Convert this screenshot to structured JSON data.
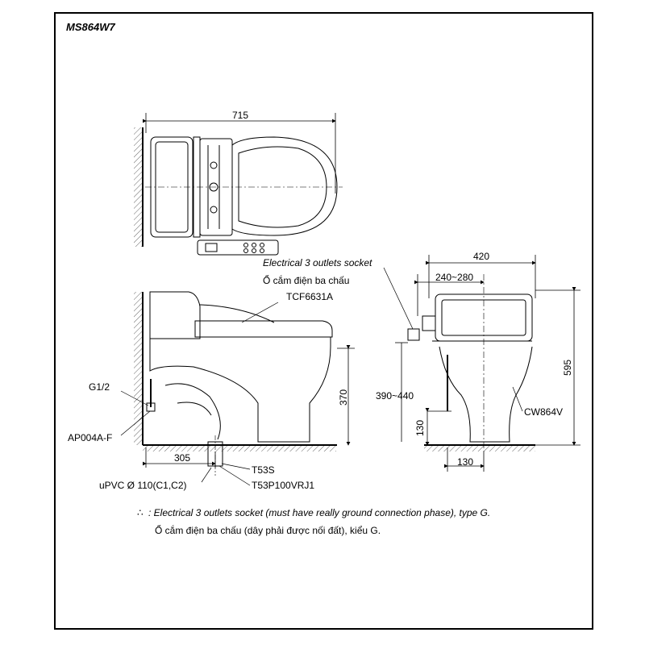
{
  "model": "MS864W7",
  "top_view": {
    "width_dim": "715"
  },
  "socket_label_en": "Electrical 3 outlets socket",
  "socket_label_vi": "Ổ cắm điện ba chấu",
  "side_view": {
    "seat_model": "TCF6631A",
    "inlet": "G1/2",
    "valve": "AP004A-F",
    "height_dim": "370",
    "rough_in": "305",
    "pipe": "uPVC Ø 110(C1,C2)",
    "part_a": "T53S",
    "part_b": "T53P100VRJ1"
  },
  "front_view": {
    "width_dim": "420",
    "offset_dim": "240~280",
    "total_height": "595",
    "supply_height": "390~440",
    "supply_low": "130",
    "supply_offset": "130",
    "model": "CW864V"
  },
  "note": {
    "symbol": "∴",
    "line1": ": Electrical 3 outlets socket (must have really ground connection phase), type G.",
    "line2": "Ổ cắm điện ba chấu (dây phải được nối đất), kiểu G."
  },
  "colors": {
    "line": "#000000",
    "thin": "#444444",
    "hatch": "#555555"
  }
}
